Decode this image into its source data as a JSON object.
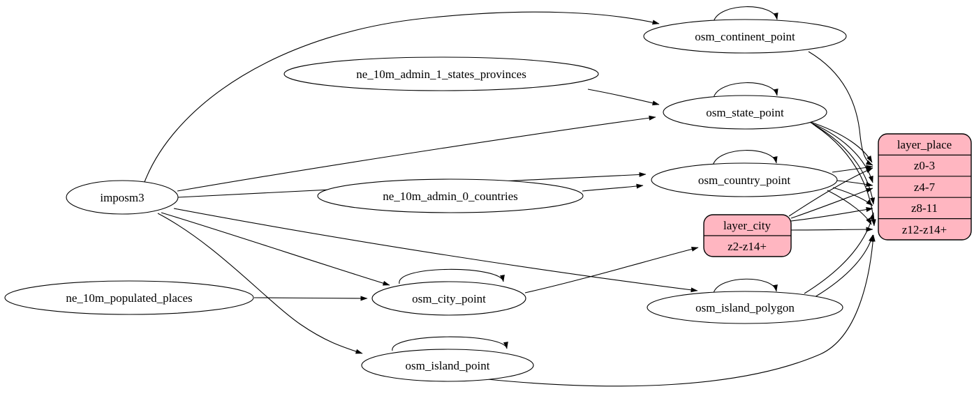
{
  "diagram": {
    "kind": "etl-dependency-graph",
    "colors": {
      "background": "#ffffff",
      "node_fill": "#ffffff",
      "record_fill": "#ffb6c1",
      "stroke": "#000000"
    },
    "nodes": {
      "imposm3": {
        "label": "imposm3",
        "shape": "ellipse",
        "self_loop": false
      },
      "ne_10m_admin_1_states_provinces": {
        "label": "ne_10m_admin_1_states_provinces",
        "shape": "ellipse",
        "self_loop": false
      },
      "ne_10m_admin_0_countries": {
        "label": "ne_10m_admin_0_countries",
        "shape": "ellipse",
        "self_loop": false
      },
      "ne_10m_populated_places": {
        "label": "ne_10m_populated_places",
        "shape": "ellipse",
        "self_loop": false
      },
      "osm_continent_point": {
        "label": "osm_continent_point",
        "shape": "ellipse",
        "self_loop": true
      },
      "osm_state_point": {
        "label": "osm_state_point",
        "shape": "ellipse",
        "self_loop": true
      },
      "osm_country_point": {
        "label": "osm_country_point",
        "shape": "ellipse",
        "self_loop": true
      },
      "osm_city_point": {
        "label": "osm_city_point",
        "shape": "ellipse",
        "self_loop": true
      },
      "osm_island_polygon": {
        "label": "osm_island_polygon",
        "shape": "ellipse",
        "self_loop": true
      },
      "osm_island_point": {
        "label": "osm_island_point",
        "shape": "ellipse",
        "self_loop": true
      }
    },
    "records": {
      "layer_city": {
        "title": "layer_city",
        "rows": [
          "z2-z14+"
        ]
      },
      "layer_place": {
        "title": "layer_place",
        "rows": [
          "z0-3",
          "z4-7",
          "z8-11",
          "z12-z14+"
        ]
      }
    },
    "edges": [
      {
        "from": "imposm3",
        "to": "osm_continent_point"
      },
      {
        "from": "imposm3",
        "to": "osm_state_point"
      },
      {
        "from": "imposm3",
        "to": "osm_country_point"
      },
      {
        "from": "imposm3",
        "to": "osm_city_point"
      },
      {
        "from": "imposm3",
        "to": "osm_island_polygon"
      },
      {
        "from": "imposm3",
        "to": "osm_island_point"
      },
      {
        "from": "ne_10m_admin_1_states_provinces",
        "to": "osm_state_point"
      },
      {
        "from": "ne_10m_admin_0_countries",
        "to": "osm_country_point"
      },
      {
        "from": "ne_10m_populated_places",
        "to": "osm_city_point"
      },
      {
        "from": "osm_continent_point",
        "to": "osm_continent_point"
      },
      {
        "from": "osm_state_point",
        "to": "osm_state_point"
      },
      {
        "from": "osm_country_point",
        "to": "osm_country_point"
      },
      {
        "from": "osm_city_point",
        "to": "osm_city_point"
      },
      {
        "from": "osm_island_polygon",
        "to": "osm_island_polygon"
      },
      {
        "from": "osm_island_point",
        "to": "osm_island_point"
      },
      {
        "from": "osm_continent_point",
        "to": "layer_place",
        "row": "z0-3"
      },
      {
        "from": "osm_state_point",
        "to": "layer_place",
        "row": "z0-3"
      },
      {
        "from": "osm_state_point",
        "to": "layer_place",
        "row": "z4-7"
      },
      {
        "from": "osm_state_point",
        "to": "layer_place",
        "row": "z8-11"
      },
      {
        "from": "osm_state_point",
        "to": "layer_place",
        "row": "z12-z14+"
      },
      {
        "from": "osm_country_point",
        "to": "layer_place",
        "row": "z0-3"
      },
      {
        "from": "osm_country_point",
        "to": "layer_place",
        "row": "z4-7"
      },
      {
        "from": "osm_country_point",
        "to": "layer_place",
        "row": "z8-11"
      },
      {
        "from": "osm_country_point",
        "to": "layer_place",
        "row": "z12-z14+"
      },
      {
        "from": "osm_city_point",
        "to": "layer_city",
        "row": "z2-z14+"
      },
      {
        "from": "layer_city",
        "to": "layer_place",
        "row": "z0-3"
      },
      {
        "from": "layer_city",
        "to": "layer_place",
        "row": "z4-7"
      },
      {
        "from": "layer_city",
        "to": "layer_place",
        "row": "z8-11"
      },
      {
        "from": "layer_city",
        "to": "layer_place",
        "row": "z12-z14+"
      },
      {
        "from": "osm_island_polygon",
        "to": "layer_place",
        "row": "z8-11"
      },
      {
        "from": "osm_island_polygon",
        "to": "layer_place",
        "row": "z12-z14+"
      },
      {
        "from": "osm_island_point",
        "to": "layer_place",
        "row": "z12-z14+"
      }
    ]
  }
}
